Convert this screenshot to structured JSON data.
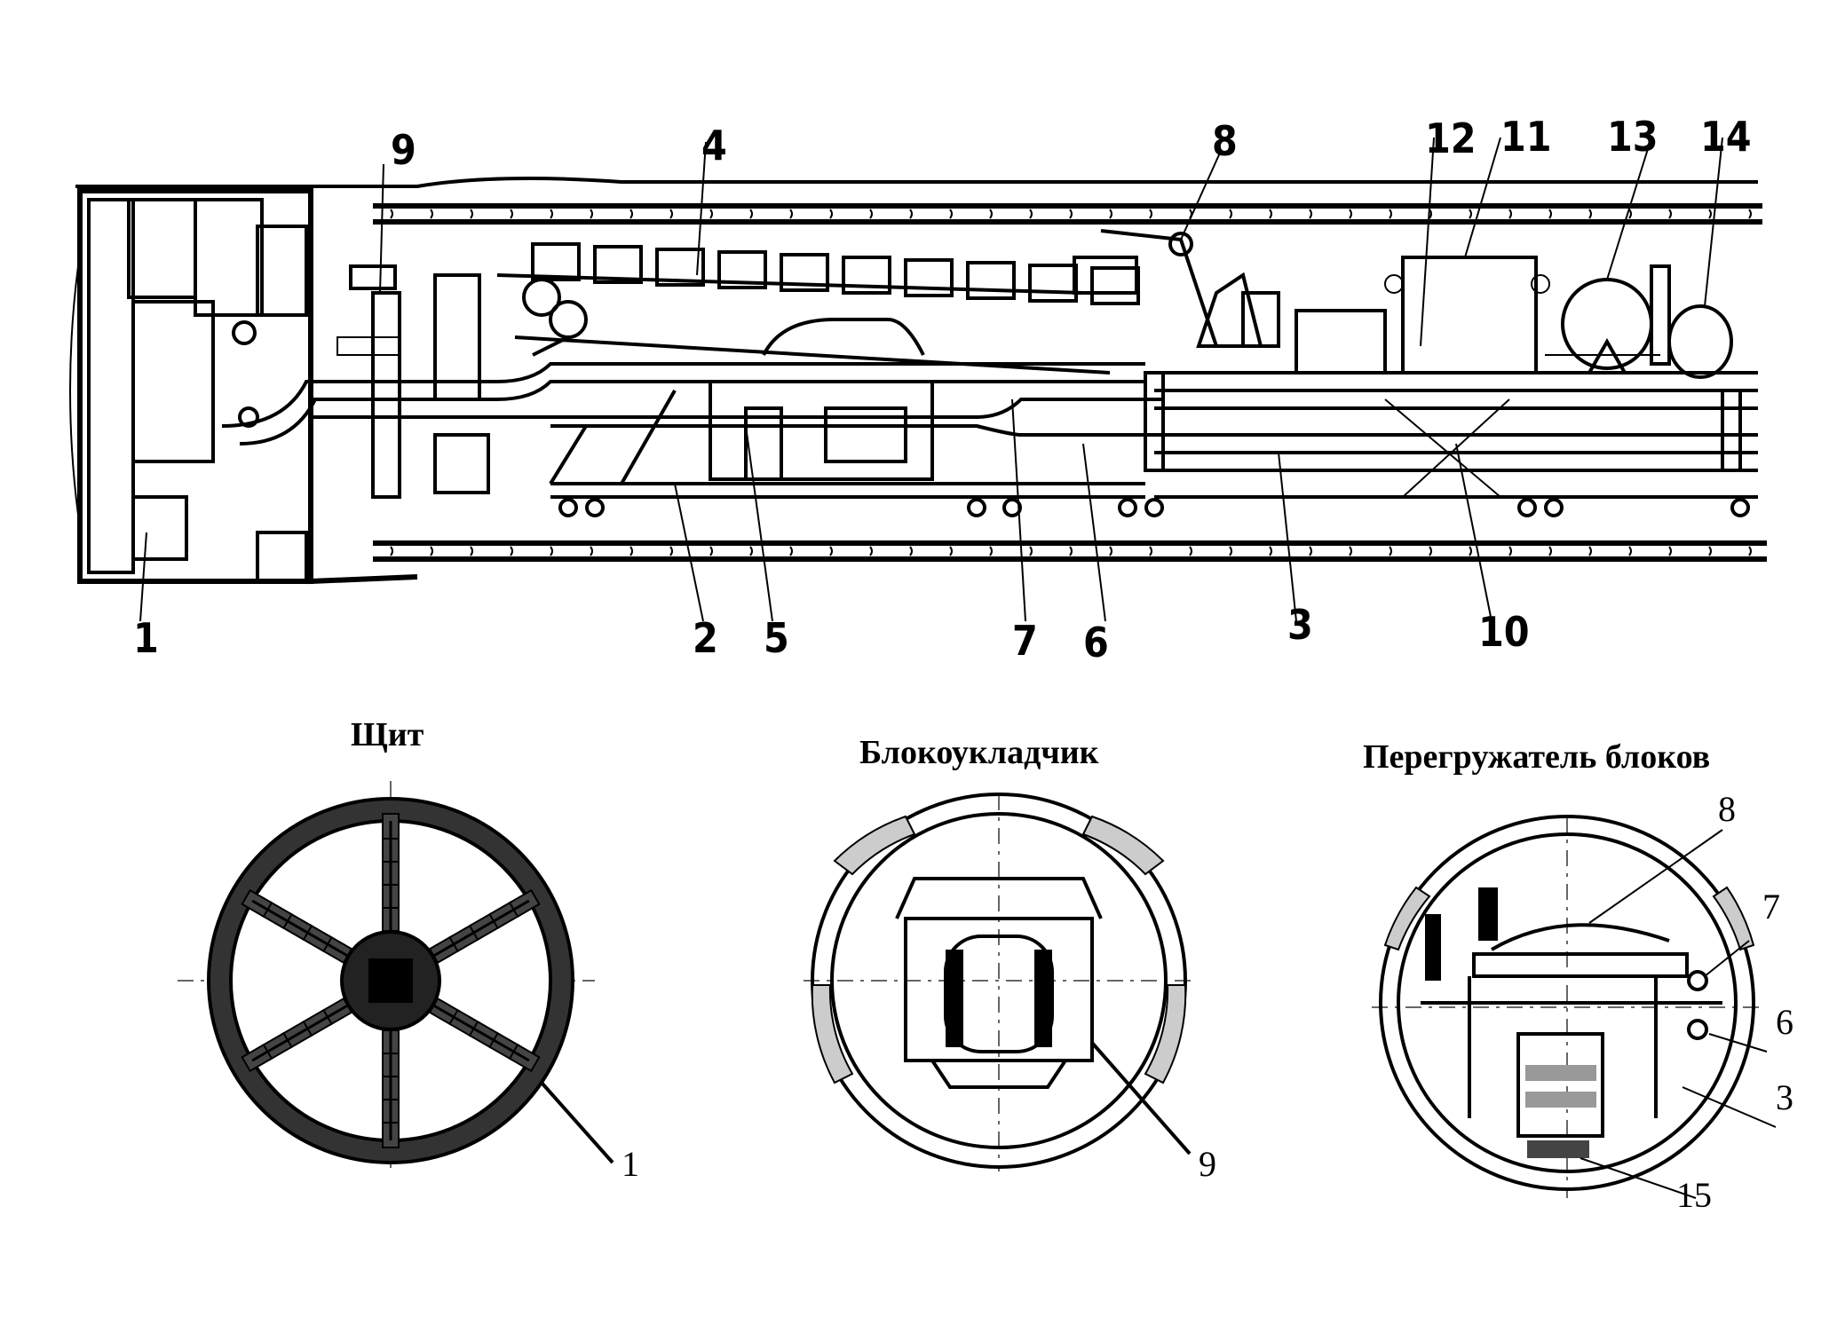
{
  "longitudinal_labels": [
    {
      "id": "1",
      "text": "1"
    },
    {
      "id": "2",
      "text": "2"
    },
    {
      "id": "3",
      "text": "3"
    },
    {
      "id": "4",
      "text": "4"
    },
    {
      "id": "5",
      "text": "5"
    },
    {
      "id": "6",
      "text": "6"
    },
    {
      "id": "7",
      "text": "7"
    },
    {
      "id": "8",
      "text": "8"
    },
    {
      "id": "9",
      "text": "9"
    },
    {
      "id": "10",
      "text": "10"
    },
    {
      "id": "11",
      "text": "11"
    },
    {
      "id": "12",
      "text": "12"
    },
    {
      "id": "13",
      "text": "13"
    },
    {
      "id": "14",
      "text": "14"
    }
  ],
  "cross_sections": {
    "shield": {
      "title": "Щит",
      "labels": [
        "1"
      ]
    },
    "erector": {
      "title": "Блокоукладчик",
      "labels": [
        "9"
      ]
    },
    "reloader": {
      "title": "Перегружатель блоков",
      "labels": [
        "8",
        "7",
        "6",
        "3",
        "15"
      ]
    }
  }
}
